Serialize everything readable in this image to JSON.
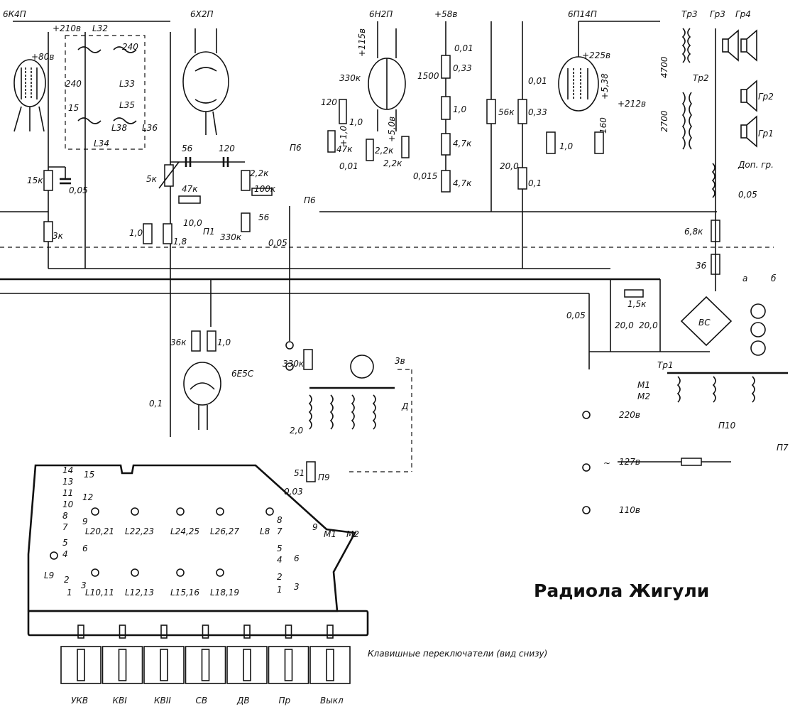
{
  "title": "Радиола Жигули",
  "tubes": {
    "v1": "6К4П",
    "v2": "6Х2П",
    "v3": "6Н2П",
    "v4": "6П14П",
    "v5": "6Е5С"
  },
  "voltages": {
    "v1_supply": "+210в",
    "v1_screen": "+80в",
    "v3_supply": "+58в",
    "v3_anode": "+115в",
    "v3_cathode": "+1,0",
    "v3_grid": "+5,0в",
    "v4_anode": "+225в",
    "v4_cathode": "+5,38",
    "v4_screen": "+212в"
  },
  "components": {
    "r_15k": "15к",
    "r_3k": "3к",
    "c_005a": "0,05",
    "r_5k": "5к",
    "c_56a": "56",
    "c_120a": "120",
    "r_22k_a": "2,2к",
    "r_47k_a": "47к",
    "c_100": "10,0",
    "r_10_a": "1,0",
    "r_18": "1,8",
    "r_100k": "100к",
    "r_330k_a": "330к",
    "c_56b": "56",
    "c_005b": "0,05",
    "r_330k_b": "330к",
    "c_120b": "120",
    "r_10_b": "1,0",
    "r_47k_b": "47к",
    "c_001a": "0,01",
    "r_22k_b": "2,2к",
    "r_22k_c": "2,2к",
    "c_1500": "1500",
    "c_001b": "0,01",
    "r_033a": "0,33",
    "r_10_c": "1,0",
    "r_47k_c": "4,7к",
    "c_0015": "0,015",
    "r_47k_d": "4,7к",
    "r_56k": "56к",
    "c_200a": "20,0",
    "r_033b": "0,33",
    "r_01": "0,1",
    "c_001c": "0,01",
    "r_10_d": "1,0",
    "r_160": "160",
    "c_4700": "4700",
    "c_2700": "2700",
    "c_005c": "0,05",
    "r_68k": "6,8к",
    "r_36": "36",
    "r_36k": "36к",
    "r_10_e": "1,0",
    "c_01": "0,1",
    "r_330k_c": "330к",
    "c_20": "2,0",
    "r_51": "51",
    "c_003": "0,03",
    "c_005d": "0,05",
    "c_200b": "20,0",
    "r_15k_b": "1,5к",
    "c_200c": "20,0"
  },
  "coils": {
    "l32": "L32",
    "l33": "L33",
    "l34": "L34",
    "l35": "L35",
    "l36": "L36",
    "l38": "L38",
    "c240a": "240",
    "c240b": "240",
    "c15": "15"
  },
  "switches": {
    "p6a": "П6",
    "p6b": "П6",
    "p1": "П1",
    "p9": "П9",
    "p10": "П10",
    "p7": "П7"
  },
  "labels": {
    "tr1": "Тр1",
    "tr2": "Тр2",
    "tr3": "Тр3",
    "gr1": "Гр1",
    "gr2": "Гр2",
    "gr3": "Гр3",
    "gr4": "Гр4",
    "vs": "ВС",
    "dop": "Доп. гр.",
    "motor": "Д",
    "m1": "М1",
    "m2": "М2",
    "m1b": "М1",
    "m2b": "М2",
    "a": "а",
    "b": "б",
    "v220": "220в",
    "v127": "127в",
    "v110": "110в",
    "tilde": "~",
    "lamp3v": "3в"
  },
  "board": {
    "coils": [
      "L20,21",
      "L22,23",
      "L24,25",
      "L26,27",
      "L8",
      "L9",
      "L10,11",
      "L12,13",
      "L15,16",
      "L18,19"
    ],
    "numbers": [
      "14",
      "13",
      "11",
      "10",
      "8",
      "7",
      "5",
      "4",
      "2",
      "1",
      "15",
      "12",
      "9",
      "6",
      "3",
      "8",
      "7",
      "5",
      "4",
      "2",
      "1",
      "6",
      "3",
      "9"
    ]
  },
  "keyboard": {
    "caption": "Клавишные переключатели (вид снизу)",
    "keys": [
      "УКВ",
      "КВI",
      "КВII",
      "СВ",
      "ДВ",
      "Пр",
      "Выкл"
    ]
  }
}
